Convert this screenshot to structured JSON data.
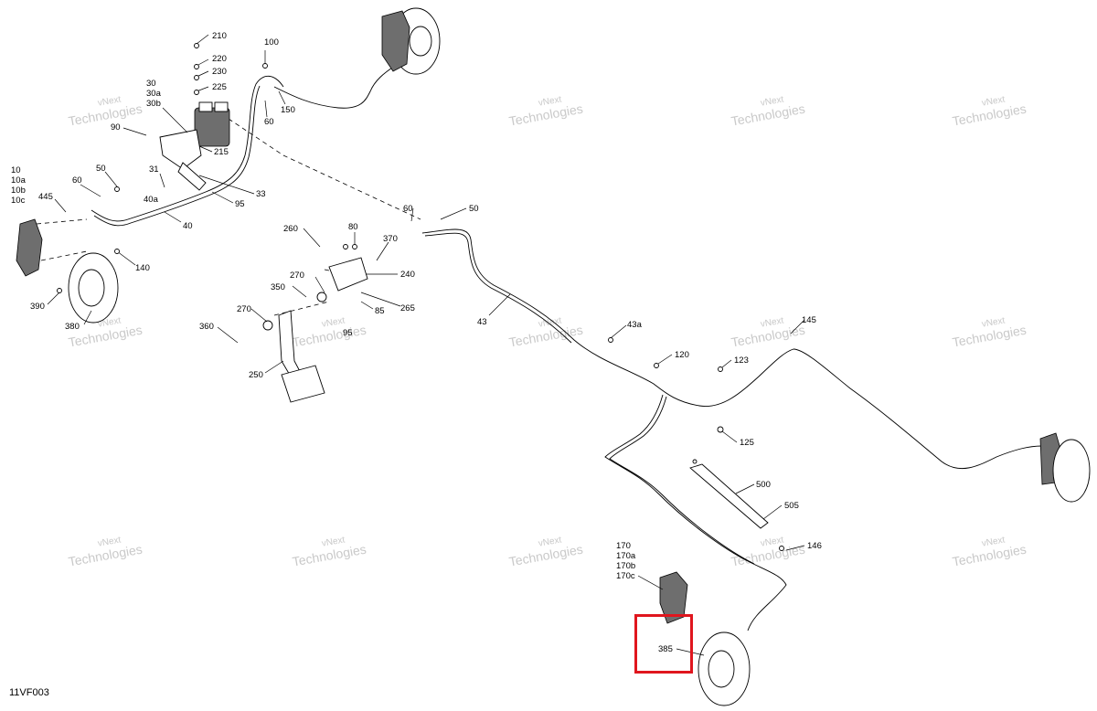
{
  "figure_code": "11VF003",
  "watermark": {
    "line1": "vNext",
    "line2": "Technologies"
  },
  "highlight": {
    "color": "#e0161e",
    "label": "385"
  },
  "callouts": {
    "c210": "210",
    "c220": "220",
    "c230": "230",
    "c225": "225",
    "c100": "100",
    "c30": "30",
    "c30a": "30a",
    "c30b": "30b",
    "c90": "90",
    "c150": "150",
    "c60_top": "60",
    "c215": "215",
    "c31": "31",
    "c33": "33",
    "c40a": "40a",
    "c95_top": "95",
    "c40": "40",
    "c10": "10",
    "c10a": "10a",
    "c10b": "10b",
    "c10c": "10c",
    "c445": "445",
    "c60_left": "60",
    "c50_left": "50",
    "c140": "140",
    "c390": "390",
    "c380": "380",
    "c260": "260",
    "c80": "80",
    "c370": "370",
    "c240": "240",
    "c270_a": "270",
    "c350": "350",
    "c265": "265",
    "c85": "85",
    "c270_b": "270",
    "c360": "360",
    "c95_mid": "95",
    "c250": "250",
    "c60_mid": "60",
    "c50_mid": "50",
    "c43": "43",
    "c43a": "43a",
    "c120": "120",
    "c123": "123",
    "c145": "145",
    "c125": "125",
    "c500": "500",
    "c505": "505",
    "c146": "146",
    "c170": "170",
    "c170a": "170a",
    "c170b": "170b",
    "c170c": "170c",
    "c385": "385"
  }
}
